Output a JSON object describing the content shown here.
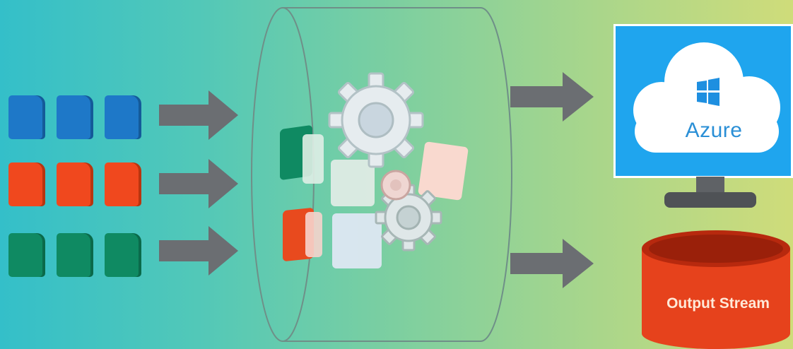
{
  "diagram": {
    "destination_1": {
      "label": "Azure"
    },
    "destination_2": {
      "label": "Output Stream"
    },
    "input_rows": [
      "blue",
      "orange",
      "green"
    ],
    "colors": {
      "blue": "#1e78c8",
      "orange": "#f0481e",
      "green": "#0f8a62",
      "arrow": "#6b6e72",
      "monitor_screen": "#1fa5ee",
      "cylinder": "#e6421c"
    },
    "icons": [
      "document-icon",
      "arrow-right-icon",
      "gear-icon",
      "cloud-icon",
      "windows-logo-icon",
      "monitor-icon",
      "database-icon"
    ]
  }
}
